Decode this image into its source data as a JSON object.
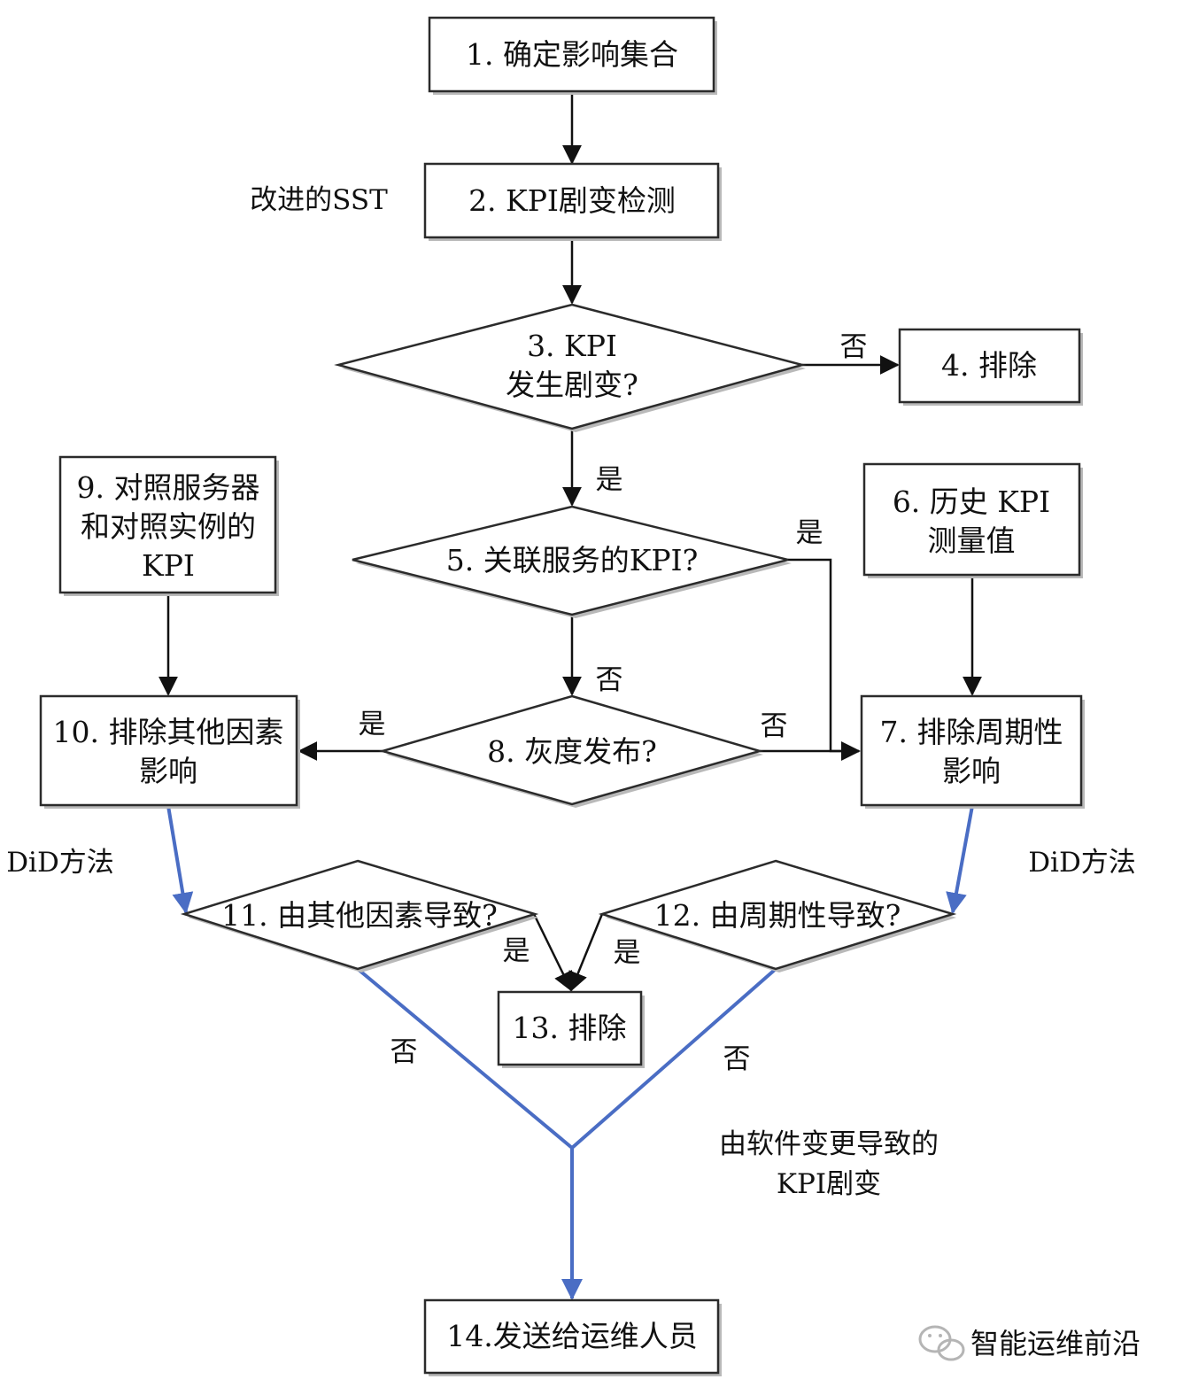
{
  "nodes": {
    "n1": "1. 确定影响集合",
    "n2": "2. KPI剧变检测",
    "n3": [
      "3. KPI",
      "发生剧变?"
    ],
    "n4": "4. 排除",
    "n5": "5. 关联服务的KPI?",
    "n6": [
      "6. 历史 KPI",
      "测量值"
    ],
    "n7": [
      "7. 排除周期性",
      "影响"
    ],
    "n8": "8. 灰度发布?",
    "n9": [
      "9. 对照服务器",
      "和对照实例的",
      "KPI"
    ],
    "n10": [
      "10. 排除其他因素",
      "影响"
    ],
    "n11": "11. 由其他因素导致?",
    "n12": "12. 由周期性导致?",
    "n13": "13. 排除",
    "n14": "14.发送给运维人员"
  },
  "annotations": {
    "sst": "改进的SST",
    "did_left": "DiD方法",
    "did_right": "DiD方法",
    "result": [
      "由软件变更导致的",
      "KPI剧变"
    ]
  },
  "edge_labels": {
    "n3_no": "否",
    "n3_yes": "是",
    "n5_yes": "是",
    "n5_no": "否",
    "n8_yes": "是",
    "n8_no": "否",
    "n11_yes": "是",
    "n11_no": "否",
    "n12_yes": "是",
    "n12_no": "否"
  },
  "watermark": {
    "text": "智能运维前沿",
    "icon": "wechat-icon"
  },
  "colors": {
    "line": "#111111",
    "accent_line": "#4a6dc4",
    "watermark": "#a9a9a9"
  }
}
